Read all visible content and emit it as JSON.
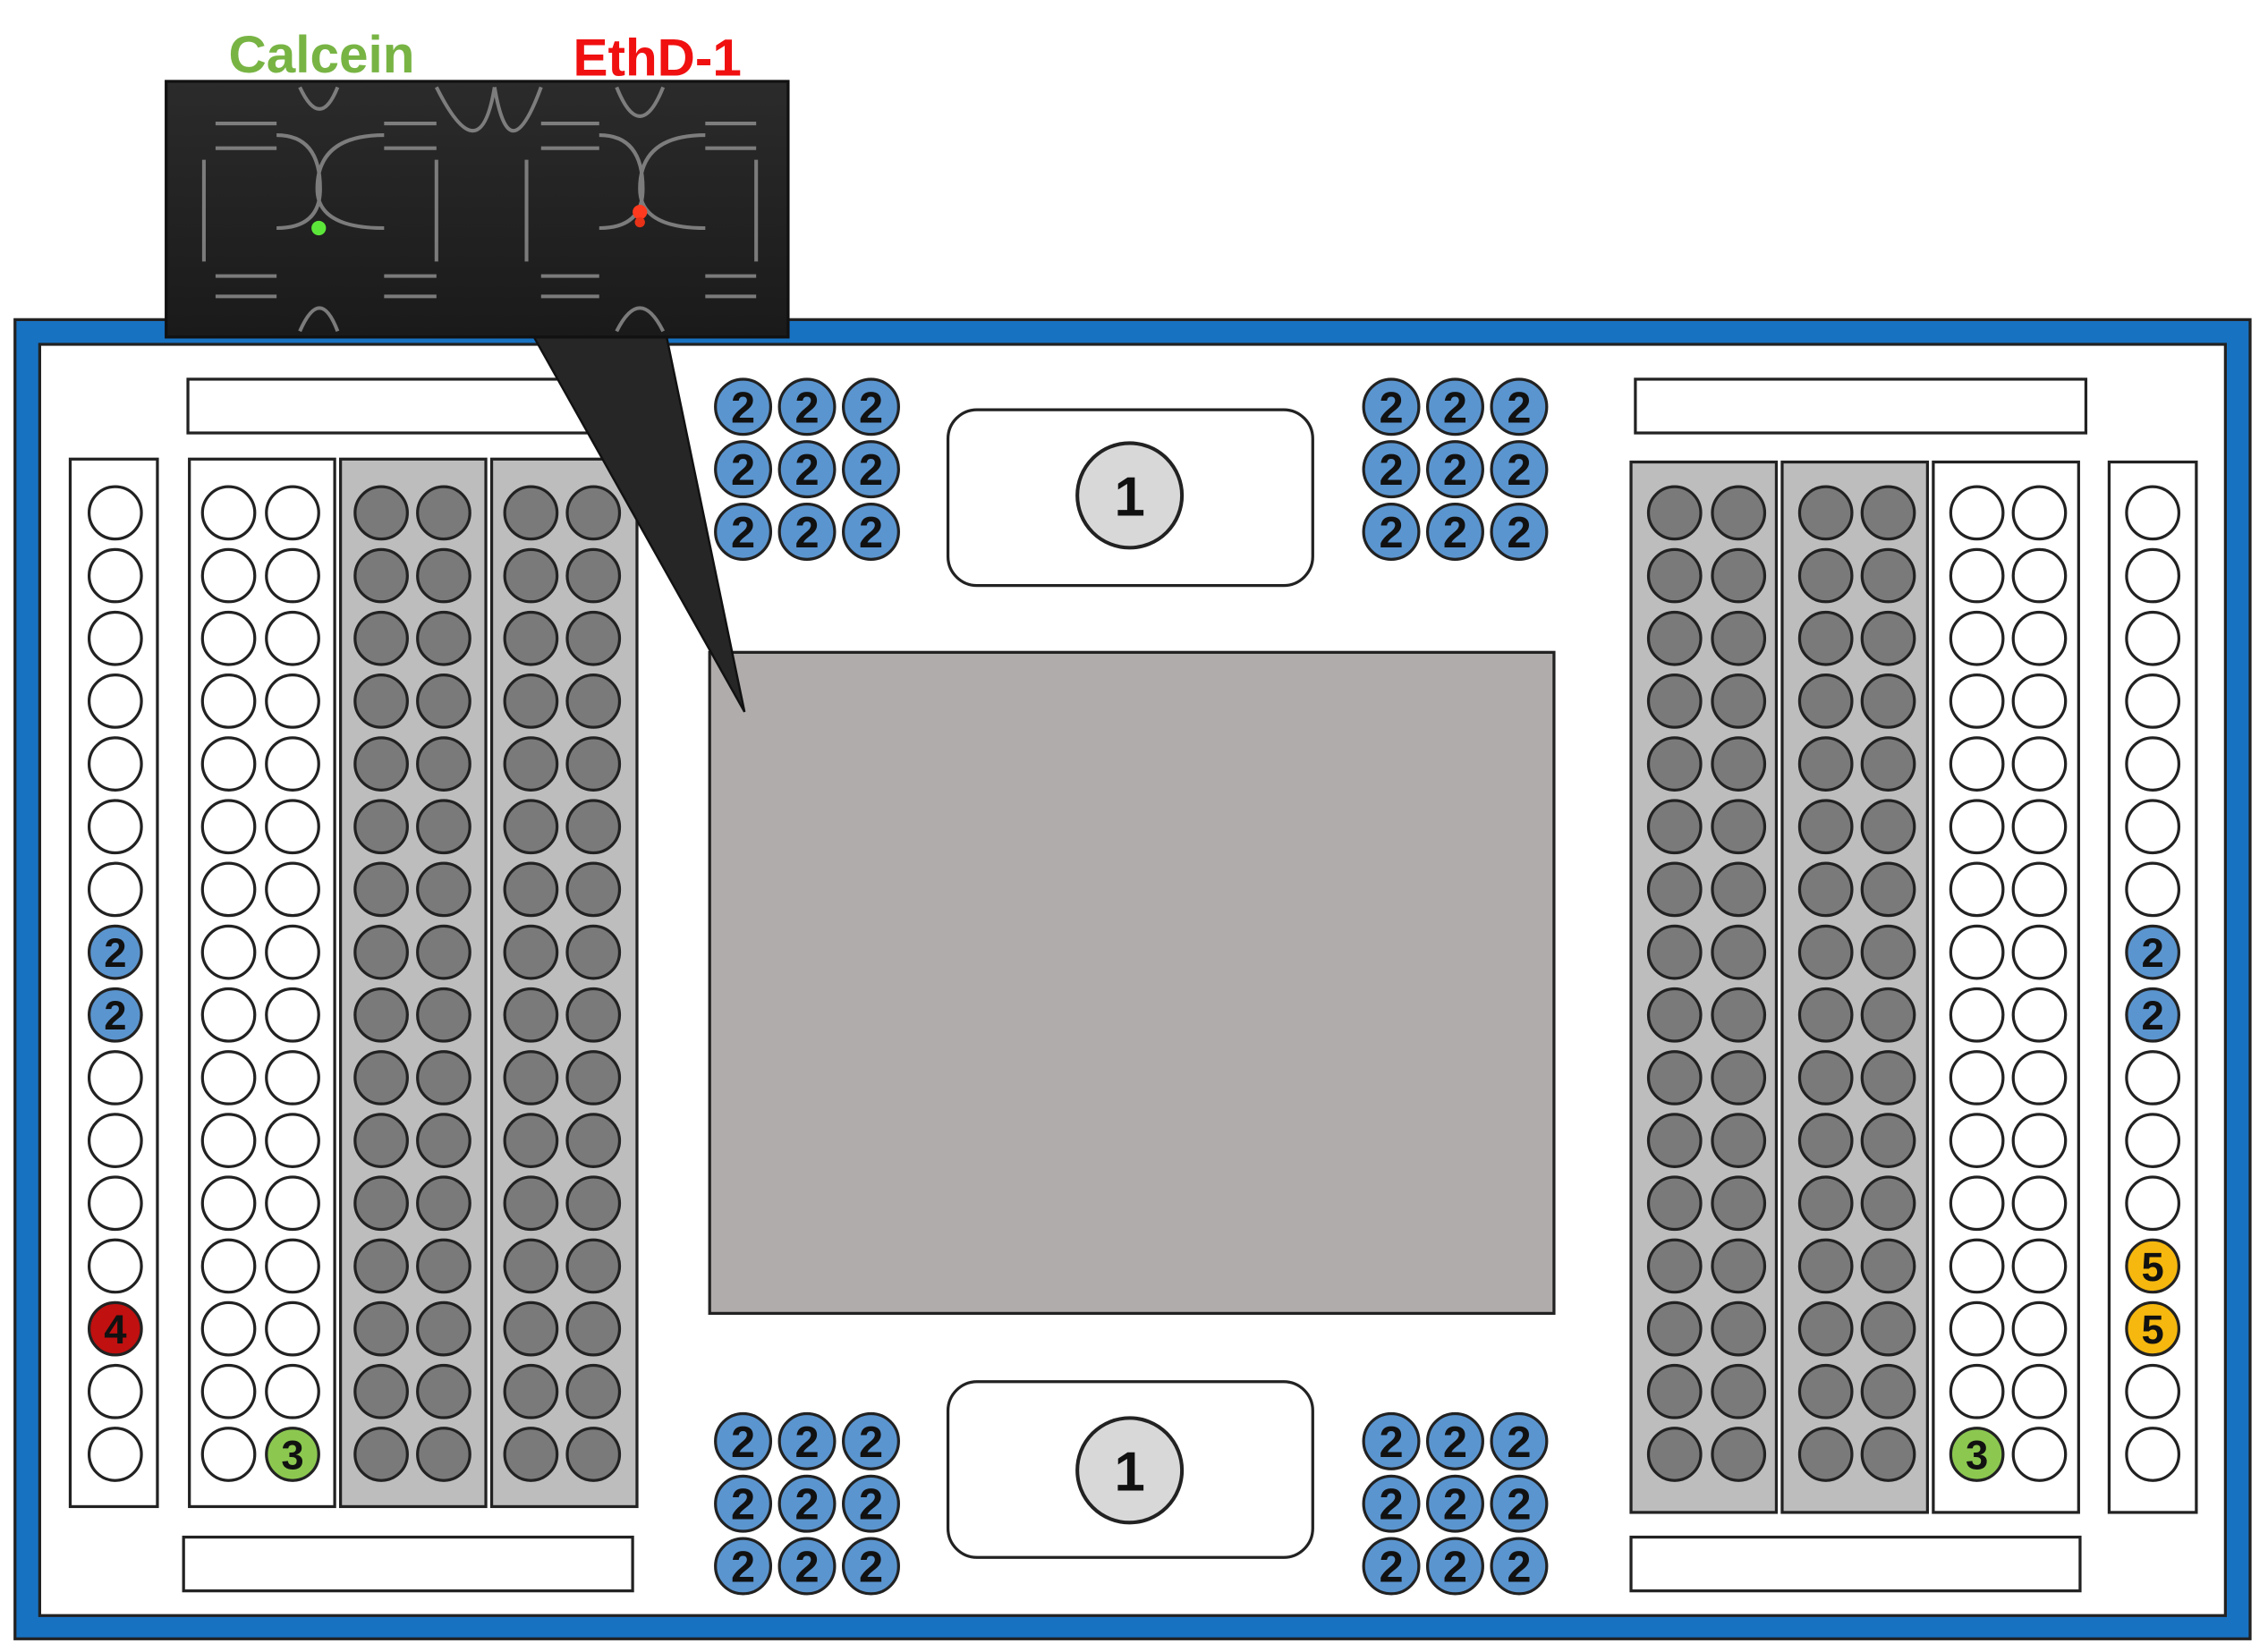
{
  "labels": {
    "stain_1": "Calcein",
    "stain_2": "EthD-1",
    "port_label": "1",
    "blue_marker": "2",
    "green_marker": "3",
    "red_marker": "4",
    "yellow_marker": "5"
  },
  "colors": {
    "frame_blue": "#1872c2",
    "calcein_green": "#78b444",
    "ethd_red": "#f01010",
    "marker_blue": "#5b95cf",
    "marker_green": "#8cc850",
    "marker_red": "#c01010",
    "marker_yellow": "#f6b80e",
    "chamber_grey": "#b0acab",
    "column_grey": "#bdbdbd",
    "dot_grey": "#7a7a7a",
    "port_grey": "#d8d8d8"
  },
  "grid": {
    "rows": 16,
    "left_single_markers": {
      "8": "blue",
      "9": "blue",
      "14": "red"
    },
    "left_pair_markers": {
      "16-right": "green"
    },
    "right_pair_markers": {
      "16-left": "green"
    },
    "right_single_markers": {
      "8": "blue",
      "9": "blue",
      "13": "yellow",
      "14": "yellow"
    }
  },
  "inset": {
    "image_description": "fluorescence micrograph",
    "left_dot": "green",
    "right_dot": "red"
  }
}
